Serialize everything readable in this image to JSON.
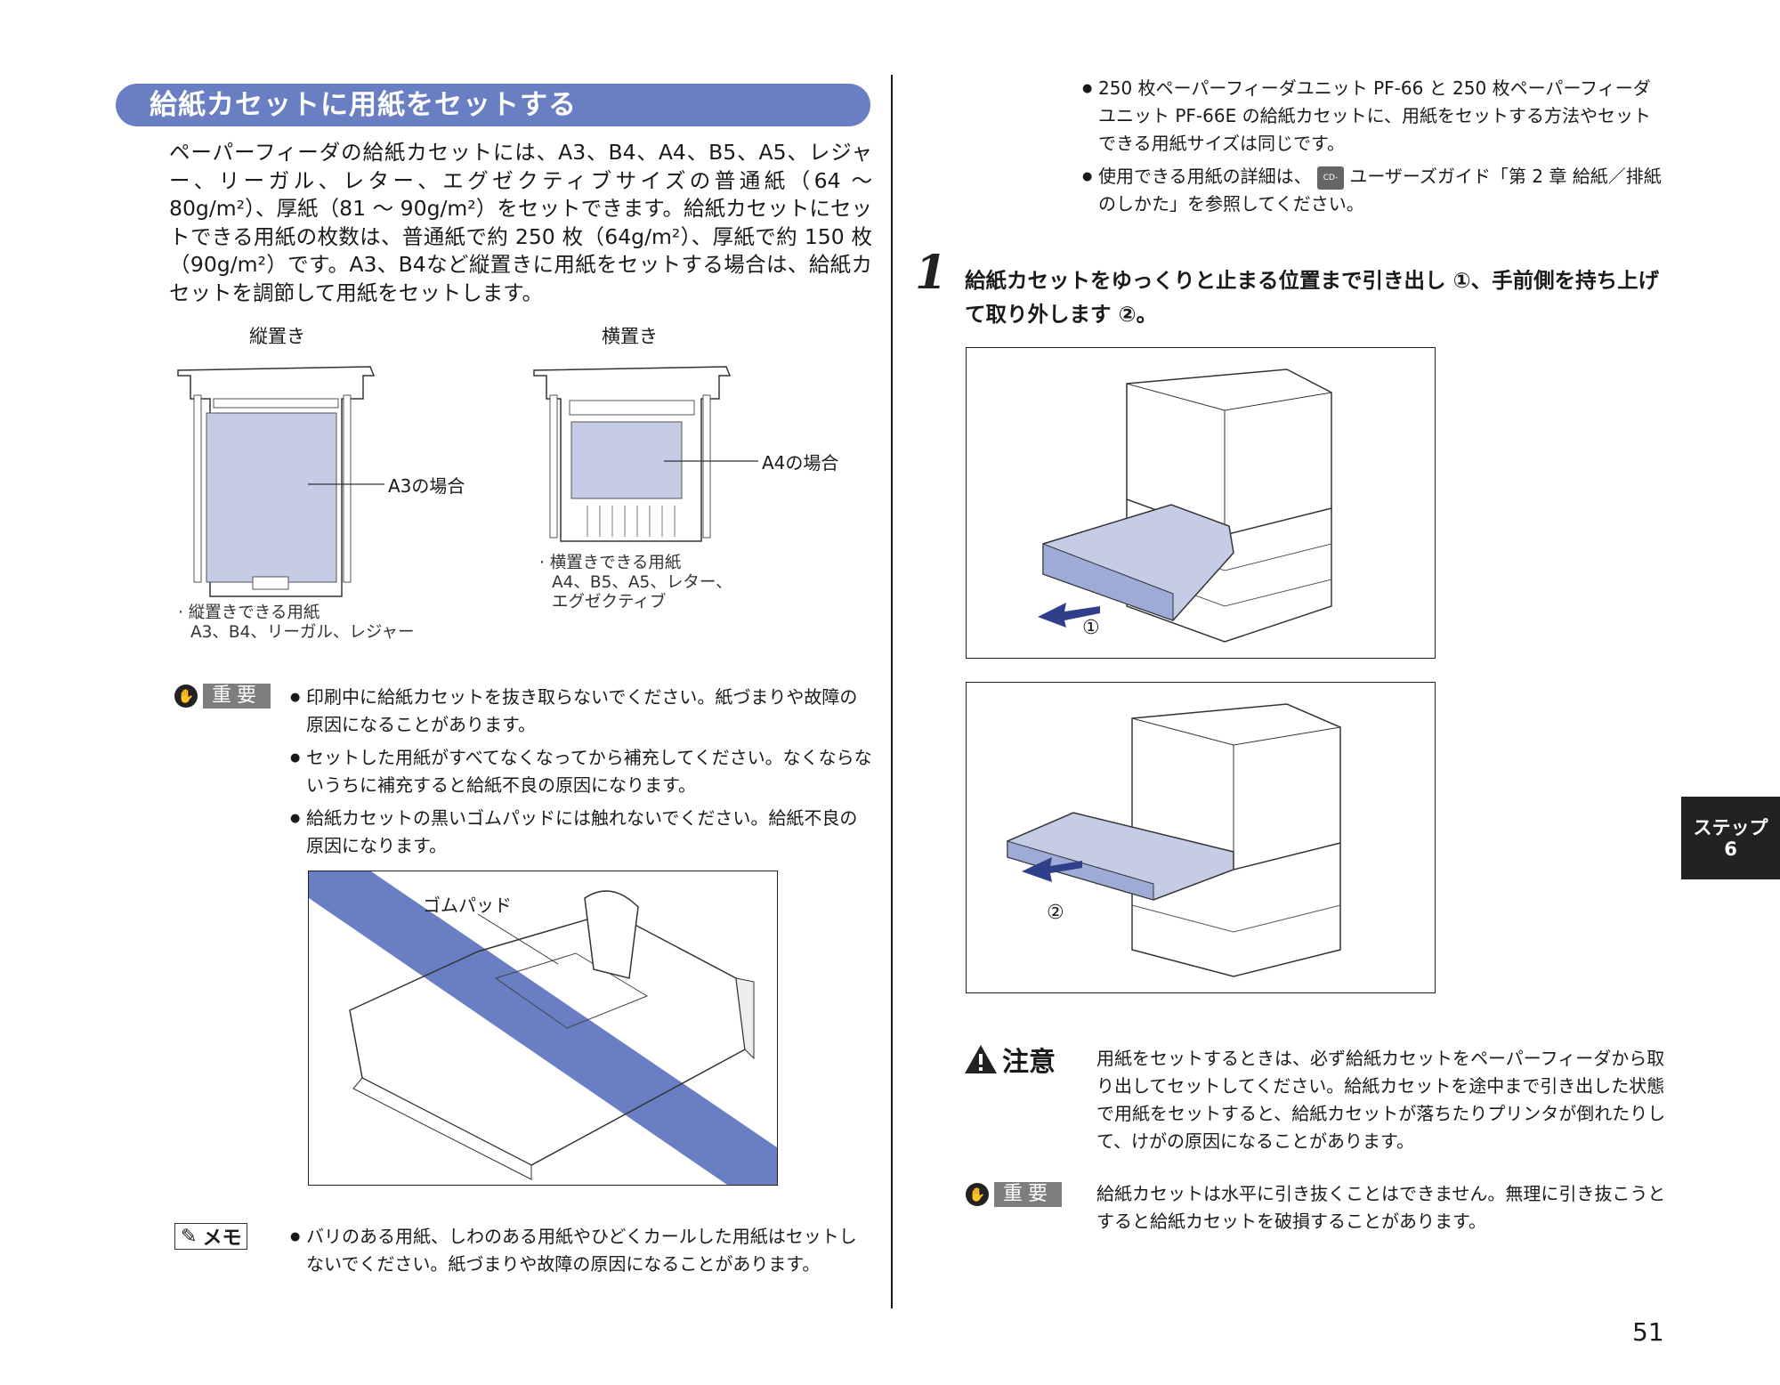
{
  "section": {
    "title": "給紙カセットに用紙をセットする",
    "intro": "ペーパーフィーダの給紙カセットには、A3、B4、A4、B5、A5、レジャー、リーガル、レター、エグゼクティブサイズの普通紙（64 ～ 80g/m²）、厚紙（81 ～ 90g/m²）をセットできます。給紙カセットにセットできる用紙の枚数は、普通紙で約 250 枚（64g/m²）、厚紙で約 150 枚（90g/m²）です。A3、B4など縦置きに用紙をセットする場合は、給紙カセットを調節して用紙をセットします。"
  },
  "figures": {
    "portrait": {
      "caption": "縦置き",
      "callout": "A3の場合",
      "note_line1": "· 縦置きできる用紙",
      "note_line2": "A3、B4、リーガル、レジャー"
    },
    "landscape": {
      "caption": "横置き",
      "callout": "A4の場合",
      "note_line1": "· 横置きできる用紙",
      "note_line2": "A4、B5、A5、レター、",
      "note_line3": "エグゼクティブ"
    },
    "pad_label": "ゴムパッド"
  },
  "important_left": {
    "label": "重要",
    "items": [
      "印刷中に給紙カセットを抜き取らないでください。紙づまりや故障の原因になることがあります。",
      "セットした用紙がすべてなくなってから補充してください。なくならないうちに補充すると給紙不良の原因になります。",
      "給紙カセットの黒いゴムパッドには触れないでください。給紙不良の原因になります。"
    ]
  },
  "memo": {
    "label": "メモ",
    "items": [
      "バリのある用紙、しわのある用紙やひどくカールした用紙はセットしないでください。紙づまりや故障の原因になることがあります。"
    ]
  },
  "right_notes": {
    "item1": "250 枚ペーパーフィーダユニット PF-66 と 250 枚ペーパーフィーダユニット PF-66E の給紙カセットに、用紙をセットする方法やセットできる用紙サイズは同じです。",
    "item2_pre": "使用できる用紙の詳細は、",
    "item2_icon": "CD-ROM",
    "item2_post": " ユーザーズガイド「第 2 章 給紙／排紙のしかた」を参照してください。"
  },
  "step": {
    "number": "1",
    "text": "給紙カセットをゆっくりと止まる位置まで引き出し ①、手前側を持ち上げて取り外します ②。",
    "fig1_marker": "①",
    "fig2_marker": "②"
  },
  "caution": {
    "label": "注意",
    "text": "用紙をセットするときは、必ず給紙カセットをペーパーフィーダから取り出してセットしてください。給紙カセットを途中まで引き出した状態で用紙をセットすると、給紙カセットが落ちたりプリンタが倒れたりして、けがの原因になることがあります。"
  },
  "important_right": {
    "label": "重要",
    "text": "給紙カセットは水平に引き抜くことはできません。無理に引き抜こうとすると給紙カセットを破損することがあります。"
  },
  "side_tab": {
    "line1": "ステップ",
    "line2": "6"
  },
  "page_number": "51",
  "colors": {
    "accent": "#6a7fc3",
    "paper_fill": "#c5cde6",
    "stripe": "#6a7fc3"
  }
}
